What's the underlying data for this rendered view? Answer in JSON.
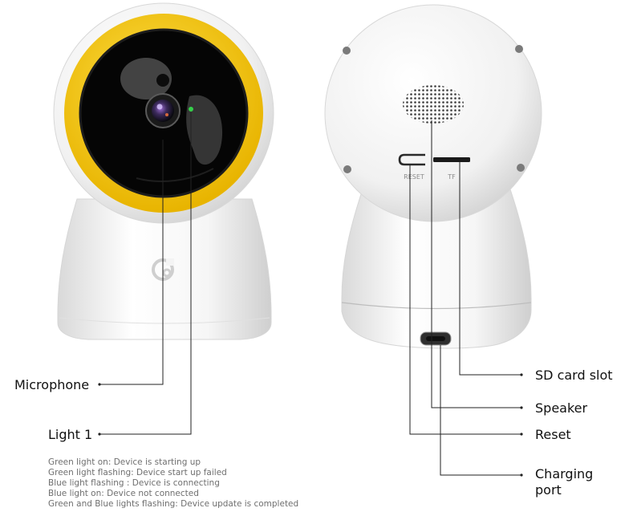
{
  "front_view": {
    "callouts": {
      "microphone": "Microphone",
      "light_1": "Light 1"
    },
    "logo_icon": "brand-logo-icon",
    "ring_color": "#f1c40f",
    "indicator_color": "#35d04a"
  },
  "back_view": {
    "port_labels": {
      "reset": "RESET",
      "tf": "TF"
    },
    "callouts": {
      "sd_card_slot": "SD card slot",
      "speaker": "Speaker",
      "reset": "Reset",
      "charging_port_line1": "Charging",
      "charging_port_line2": "port"
    }
  },
  "legend": [
    "Green light on: Device is starting up",
    "Green light flashing: Device start up failed",
    "Blue light flashing : Device is connecting",
    "Blue light on: Device not connected",
    "Green and Blue lights flashing: Device update is completed"
  ]
}
